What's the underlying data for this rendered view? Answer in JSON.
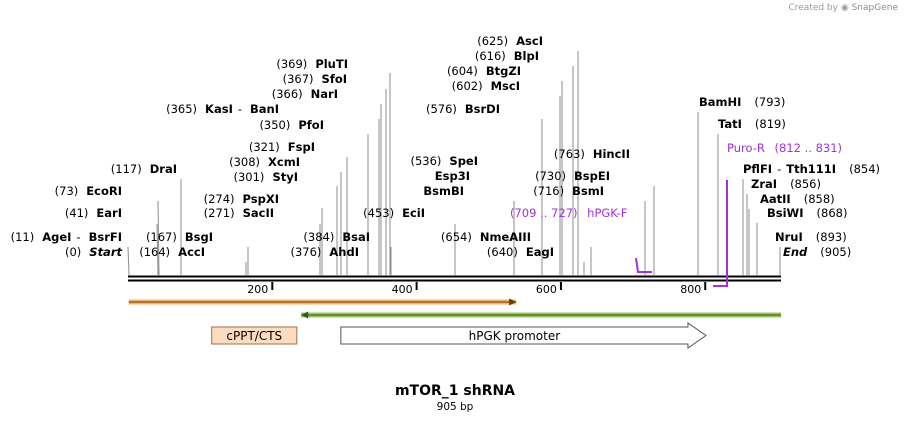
{
  "credit": {
    "text": "Created by",
    "brand": "SnapGene"
  },
  "plasmid": {
    "name": "mTOR_1 shRNA",
    "length_label": "905 bp",
    "length": 905
  },
  "ticks": [
    {
      "pos": 200,
      "label": "200"
    },
    {
      "pos": 400,
      "label": "400"
    },
    {
      "pos": 600,
      "label": "600"
    },
    {
      "pos": 800,
      "label": "800"
    }
  ],
  "sites": [
    {
      "pos": "(0)",
      "name": "Start",
      "sep": "",
      "name2": "",
      "style": "start"
    },
    {
      "pos": "(11)",
      "name": "AgeI",
      "sep": "-",
      "name2": "BsrFI",
      "style": ""
    },
    {
      "pos": "(41)",
      "name": "EarI",
      "sep": "",
      "name2": "",
      "style": ""
    },
    {
      "pos": "(73)",
      "name": "EcoRI",
      "sep": "",
      "name2": "",
      "style": ""
    },
    {
      "pos": "(117)",
      "name": "DraI",
      "sep": "",
      "name2": "",
      "style": ""
    },
    {
      "pos": "(164)",
      "name": "AccI",
      "sep": "",
      "name2": "",
      "style": ""
    },
    {
      "pos": "(167)",
      "name": "BsgI",
      "sep": "",
      "name2": "",
      "style": ""
    },
    {
      "pos": "(271)",
      "name": "SacII",
      "sep": "",
      "name2": "",
      "style": ""
    },
    {
      "pos": "(274)",
      "name": "PspXI",
      "sep": "",
      "name2": "",
      "style": ""
    },
    {
      "pos": "(301)",
      "name": "StyI",
      "sep": "",
      "name2": "",
      "style": ""
    },
    {
      "pos": "(308)",
      "name": "XcmI",
      "sep": "",
      "name2": "",
      "style": ""
    },
    {
      "pos": "(321)",
      "name": "FspI",
      "sep": "",
      "name2": "",
      "style": ""
    },
    {
      "pos": "(350)",
      "name": "PfoI",
      "sep": "",
      "name2": "",
      "style": ""
    },
    {
      "pos": "(365)",
      "name": "KasI",
      "sep": "-",
      "name2": "BanI",
      "style": ""
    },
    {
      "pos": "(366)",
      "name": "NarI",
      "sep": "",
      "name2": "",
      "style": ""
    },
    {
      "pos": "(367)",
      "name": "SfoI",
      "sep": "",
      "name2": "",
      "style": ""
    },
    {
      "pos": "(369)",
      "name": "PluTI",
      "sep": "",
      "name2": "",
      "style": ""
    },
    {
      "pos": "(376)",
      "name": "AhdI",
      "sep": "",
      "name2": "",
      "style": ""
    },
    {
      "pos": "(384)",
      "name": "BsaI",
      "sep": "",
      "name2": "",
      "style": ""
    },
    {
      "pos": "(453)",
      "name": "EciI",
      "sep": "",
      "name2": "",
      "style": ""
    },
    {
      "pos": "(536)",
      "name": "SpeI",
      "sep": "",
      "name2": "",
      "style": ""
    },
    {
      "pos": "",
      "name": "Esp3I",
      "sep": "",
      "name2": "",
      "style": ""
    },
    {
      "pos": "",
      "name": "BsmBI",
      "sep": "",
      "name2": "",
      "style": ""
    },
    {
      "pos": "(576)",
      "name": "BsrDI",
      "sep": "",
      "name2": "",
      "style": ""
    },
    {
      "pos": "(602)",
      "name": "MscI",
      "sep": "",
      "name2": "",
      "style": ""
    },
    {
      "pos": "(604)",
      "name": "BtgZI",
      "sep": "",
      "name2": "",
      "style": ""
    },
    {
      "pos": "(616)",
      "name": "BlpI",
      "sep": "",
      "name2": "",
      "style": ""
    },
    {
      "pos": "(625)",
      "name": "AscI",
      "sep": "",
      "name2": "",
      "style": ""
    },
    {
      "pos": "(640)",
      "name": "EagI",
      "sep": "",
      "name2": "",
      "style": ""
    },
    {
      "pos": "(654)",
      "name": "NmeAIII",
      "sep": "",
      "name2": "",
      "style": ""
    },
    {
      "pos": "(716)",
      "name": "BsmI",
      "sep": "",
      "name2": "",
      "style": ""
    },
    {
      "pos": "(730)",
      "name": "BspEI",
      "sep": "",
      "name2": "",
      "style": ""
    },
    {
      "pos": "(763)",
      "name": "HincII",
      "sep": "",
      "name2": "",
      "style": ""
    },
    {
      "pos": "(793)",
      "name": "BamHI",
      "sep": "",
      "name2": "",
      "style": "right"
    },
    {
      "pos": "(819)",
      "name": "TatI",
      "sep": "",
      "name2": "",
      "style": "right"
    },
    {
      "pos": "(854)",
      "name": "PflFI",
      "sep": "-",
      "name2": "Tth111I",
      "style": "right"
    },
    {
      "pos": "(856)",
      "name": "ZraI",
      "sep": "",
      "name2": "",
      "style": "right"
    },
    {
      "pos": "(858)",
      "name": "AatII",
      "sep": "",
      "name2": "",
      "style": "right"
    },
    {
      "pos": "(868)",
      "name": "BsiWI",
      "sep": "",
      "name2": "",
      "style": "right"
    },
    {
      "pos": "(893)",
      "name": "NruI",
      "sep": "",
      "name2": "",
      "style": "right"
    },
    {
      "pos": "(905)",
      "name": "End",
      "sep": "",
      "name2": "",
      "style": "right end"
    }
  ],
  "primers": [
    {
      "name": "hPGK-F",
      "range": "(709 .. 727)",
      "color": "#a232d6"
    },
    {
      "name": "Puro-R",
      "range": "(812 .. 831)",
      "color": "#a232d6"
    }
  ],
  "features": [
    {
      "name": "cPPT/CTS",
      "start": 116,
      "end": 234,
      "color": "#fbdcc0",
      "kind": "box"
    },
    {
      "name": "hPGK promoter",
      "start": 295,
      "end": 801,
      "color": "#ffffff",
      "kind": "arrow"
    }
  ],
  "tracks": [
    {
      "start": 1,
      "end": 538,
      "color": "#f4b26a",
      "direction": "forward"
    },
    {
      "start": 240,
      "end": 905,
      "color": "#8ecb63",
      "direction": "reverse"
    }
  ]
}
